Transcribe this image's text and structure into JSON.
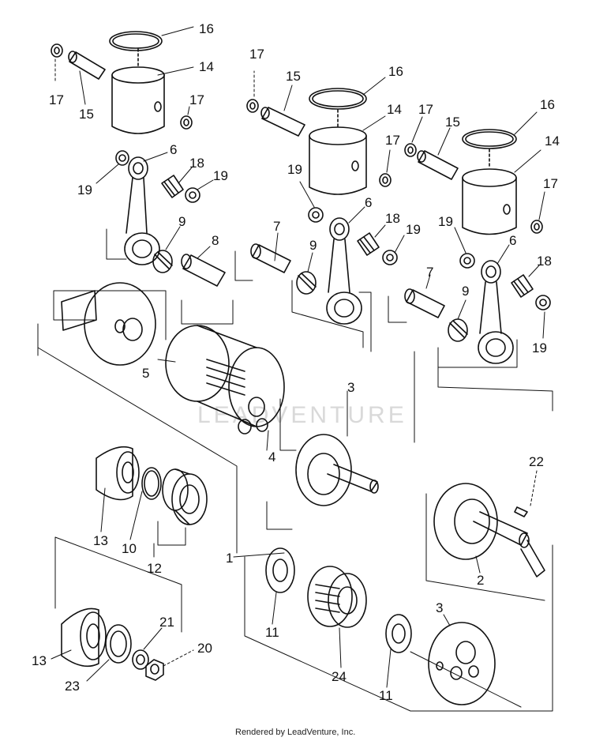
{
  "diagram": {
    "footer": "Rendered by LeadVenture, Inc.",
    "watermark": "LEADVENTURE",
    "callouts": {
      "c1": "1",
      "c2": "2",
      "c3a": "3",
      "c3b": "3",
      "c4": "4",
      "c5": "5",
      "c6a": "6",
      "c6b": "6",
      "c6c": "6",
      "c7a": "7",
      "c7b": "7",
      "c8": "8",
      "c9a": "9",
      "c9b": "9",
      "c9c": "9",
      "c10": "10",
      "c11a": "11",
      "c11b": "11",
      "c12": "12",
      "c13a": "13",
      "c13b": "13",
      "c14a": "14",
      "c14b": "14",
      "c14c": "14",
      "c15a": "15",
      "c15b": "15",
      "c15c": "15",
      "c16a": "16",
      "c16b": "16",
      "c16c": "16",
      "c17a": "17",
      "c17b": "17",
      "c17c": "17",
      "c17d": "17",
      "c17e": "17",
      "c17f": "17",
      "c18a": "18",
      "c18b": "18",
      "c18c": "18",
      "c19a": "19",
      "c19b": "19",
      "c19c": "19",
      "c19d": "19",
      "c19e": "19",
      "c20": "20",
      "c21": "21",
      "c22": "22",
      "c23": "23",
      "c24": "24"
    }
  }
}
